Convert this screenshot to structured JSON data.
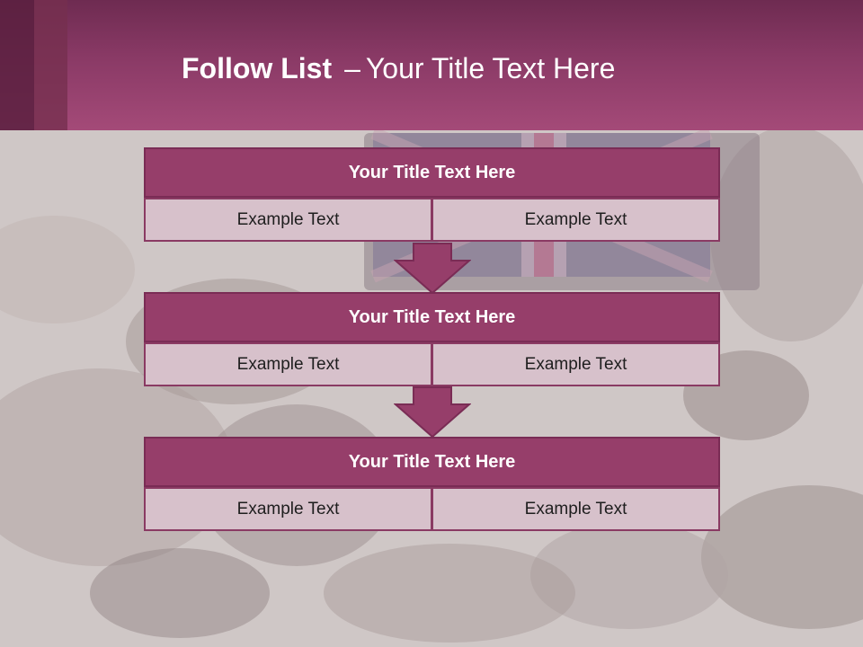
{
  "slide": {
    "title_bold": "Follow List",
    "title_sep": "–",
    "title_rest": "Your Title Text Here"
  },
  "steps": [
    {
      "title": "Your Title Text Here",
      "left": "Example Text",
      "right": "Example Text"
    },
    {
      "title": "Your Title Text Here",
      "left": "Example Text",
      "right": "Example Text"
    },
    {
      "title": "Your Title Text Here",
      "left": "Example Text",
      "right": "Example Text"
    }
  ],
  "colors": {
    "header": "#a44a78",
    "block_title": "#963e6a",
    "block_cell": "#d7c1cb",
    "arrow": "#963e6a"
  }
}
